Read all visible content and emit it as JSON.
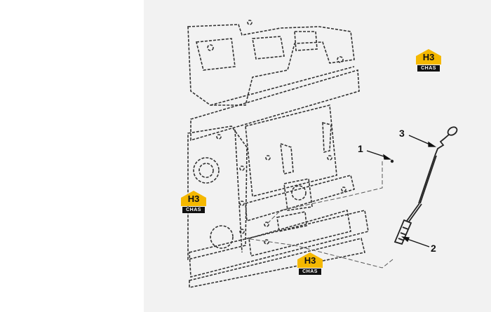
{
  "callouts": [
    {
      "id": "callout-1",
      "label": "1"
    },
    {
      "id": "callout-2",
      "label": "2"
    },
    {
      "id": "callout-3",
      "label": "3"
    }
  ],
  "watermark": {
    "mark": "H3",
    "band": "CHAS",
    "color": "#f5b800"
  },
  "colors": {
    "line": "#333333",
    "backdrop": "#f2f2f2"
  }
}
